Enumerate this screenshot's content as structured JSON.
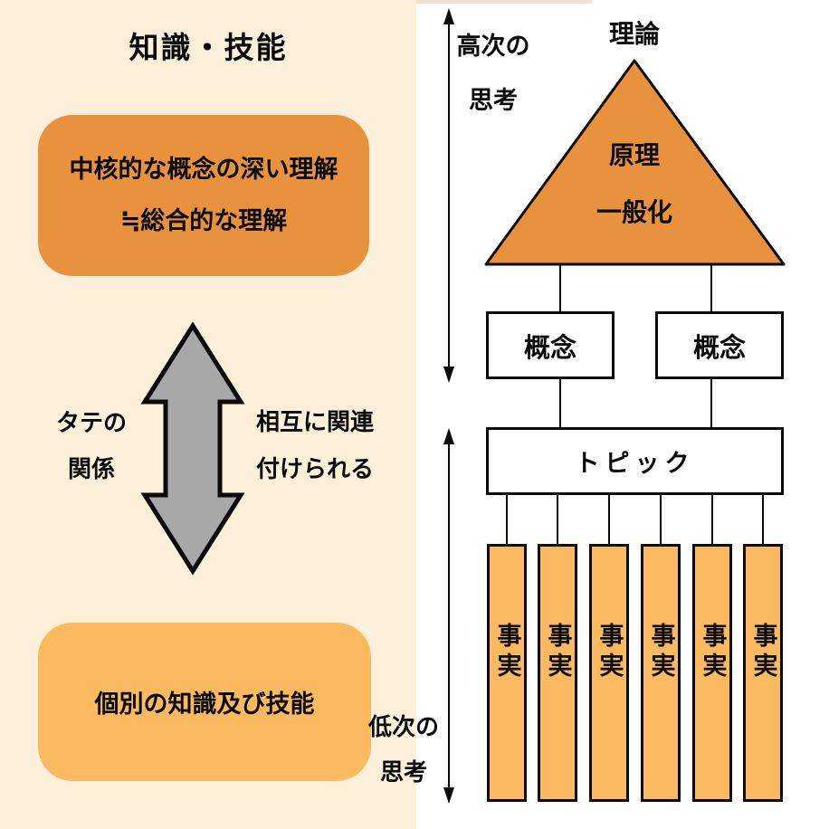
{
  "left_panel": {
    "title": "知識・技能",
    "core_box": {
      "line1": "中核的な概念の深い理解",
      "line2": "≒総合的な理解"
    },
    "vertical_relation_label": {
      "line1": "タテの",
      "line2": "関係"
    },
    "mutual_relation_label": {
      "line1": "相互に関連",
      "line2": "付けられる"
    },
    "individual_box": {
      "label": "個別の知識及び技能"
    }
  },
  "right_panel": {
    "higher_order_label": {
      "line1": "高次の",
      "line2": "思考"
    },
    "lower_order_label": {
      "line1": "低次の",
      "line2": "思考"
    },
    "theory_label": "理論",
    "triangle": {
      "line1": "原理",
      "line2": "一般化"
    },
    "concept_boxes": [
      {
        "label": "概念"
      },
      {
        "label": "概念"
      }
    ],
    "topic_box": {
      "label": "トピック"
    },
    "fact_bars": [
      {
        "label": "事実"
      },
      {
        "label": "事実"
      },
      {
        "label": "事実"
      },
      {
        "label": "事実"
      },
      {
        "label": "事実"
      },
      {
        "label": "事実"
      }
    ]
  },
  "colors": {
    "background_left": "#FCF0DB",
    "background_right": "#FFFFFF",
    "dark_orange": "#E8923D",
    "light_orange": "#FBBA5F",
    "arrow_gray": "#A8A8A8",
    "line_black": "#0A0A0A"
  }
}
